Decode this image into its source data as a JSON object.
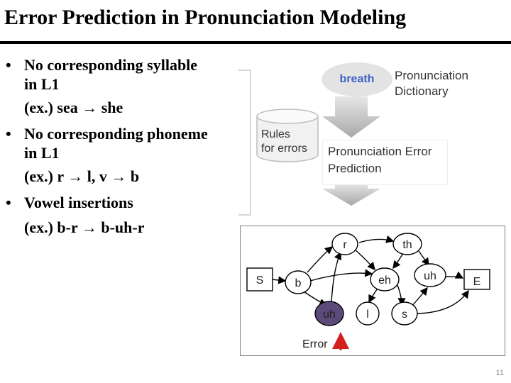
{
  "title": "Error Prediction in Pronunciation Modeling",
  "bullets": [
    {
      "marker": "•",
      "line1": "No corresponding syllable",
      "line2": "in L1",
      "example": "(ex.) sea → she"
    },
    {
      "marker": "•",
      "line1": "No corresponding phoneme",
      "line2": "in L1",
      "example": "(ex.) r → l, v → b"
    },
    {
      "marker": "•",
      "line1": "Vowel insertions",
      "line2": "",
      "example": "(ex.) b-r → b-uh-r"
    }
  ],
  "flow": {
    "dictionary_word": "breath",
    "dictionary_label_1": "Pronunciation",
    "dictionary_label_2": "Dictionary",
    "rules_label_1": "Rules",
    "rules_label_2": "for errors",
    "prediction_label_1": "Pronunciation Error",
    "prediction_label_2": "Prediction"
  },
  "graph": {
    "nodes": {
      "S": "S",
      "b": "b",
      "r": "r",
      "th": "th",
      "eh": "eh",
      "uh_inserted": "uh",
      "l": "l",
      "s": "s",
      "uh_end": "uh",
      "E": "E"
    },
    "error_label": "Error",
    "colors": {
      "error_node": "#5c4a7a",
      "error_arrow": "#d62020",
      "node_fill": "#ffffff"
    }
  },
  "page_number": "11"
}
